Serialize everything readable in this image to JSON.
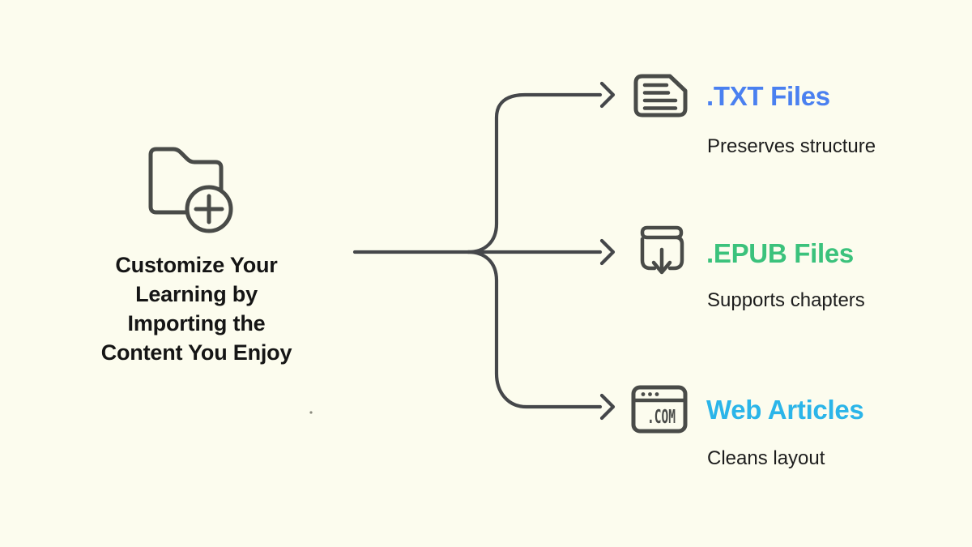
{
  "colors": {
    "background": "#FCFCEE",
    "line": "#45474A",
    "icon": "#494B48",
    "title_text": "#151515",
    "description_text": "#1D1D1D"
  },
  "center": {
    "icon": "folder-plus-icon",
    "title": "Customize Your Learning by Importing the Content You Enjoy",
    "title_lines": [
      "Customize Your",
      "Learning by",
      "Importing the",
      "Content You Enjoy"
    ]
  },
  "branches": [
    {
      "icon": "txt-file-icon",
      "label": ".TXT Files",
      "label_color": "#4A80F0",
      "description": "Preserves structure"
    },
    {
      "icon": "epub-download-icon",
      "label": ".EPUB Files",
      "label_color": "#3BC27C",
      "description": "Supports chapters"
    },
    {
      "icon": "web-browser-icon",
      "label": "Web Articles",
      "label_color": "#2BB5E9",
      "description": "Cleans layout"
    }
  ],
  "web_icon": {
    "text": ".COM"
  }
}
